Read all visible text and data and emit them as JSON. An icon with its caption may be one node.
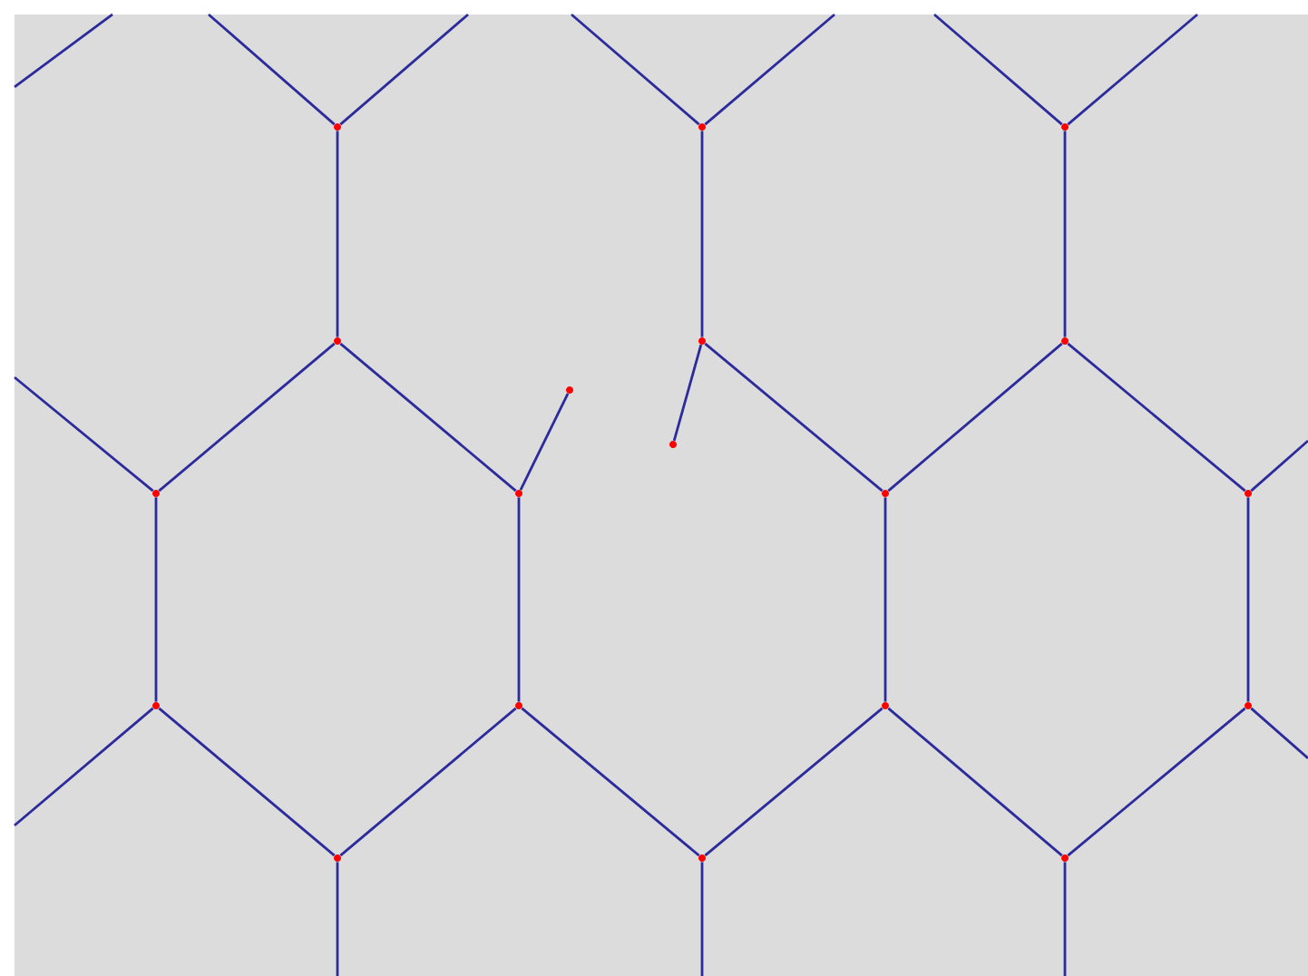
{
  "diagram": {
    "nodes": [
      {
        "text": [],
        "shape": "circle"
      },
      {
        "text": [],
        "shape": "circle"
      },
      {
        "text": [],
        "shape": "circle"
      },
      {
        "text": [],
        "shape": "circle"
      },
      {
        "text": [],
        "shape": "circle"
      },
      {
        "text": [],
        "shape": "circle"
      },
      {
        "text": [],
        "shape": "circle"
      },
      {
        "text": [],
        "shape": "circle"
      },
      {
        "text": [],
        "shape": "circle"
      },
      {
        "text": [],
        "shape": "circle"
      },
      {
        "text": [],
        "shape": "circle"
      },
      {
        "text": [],
        "shape": "circle"
      },
      {
        "text": [],
        "shape": "circle"
      },
      {
        "text": [],
        "shape": "circle"
      },
      {
        "text": [],
        "shape": "circle"
      },
      {
        "text": [],
        "shape": "circle"
      },
      {
        "text": [],
        "shape": "circle"
      },
      {
        "text": [],
        "shape": "circle"
      },
      {
        "text": [],
        "shape": "circle"
      }
    ],
    "edges": [
      {
        "from": null,
        "to": 0,
        "arrow": "none"
      },
      {
        "from": null,
        "to": 0,
        "arrow": "none"
      },
      {
        "from": null,
        "to": 1,
        "arrow": "none"
      },
      {
        "from": null,
        "to": 1,
        "arrow": "none"
      },
      {
        "from": null,
        "to": 2,
        "arrow": "none"
      },
      {
        "from": null,
        "to": 2,
        "arrow": "none"
      },
      {
        "from": 0,
        "to": 3,
        "arrow": "none"
      },
      {
        "from": 1,
        "to": 4,
        "arrow": "none"
      },
      {
        "from": 2,
        "to": 5,
        "arrow": "none"
      },
      {
        "from": 3,
        "to": 8,
        "arrow": "none"
      },
      {
        "from": 3,
        "to": 9,
        "arrow": "none"
      },
      {
        "from": 9,
        "to": 6,
        "arrow": "none"
      },
      {
        "from": 4,
        "to": 7,
        "arrow": "none"
      },
      {
        "from": 4,
        "to": 10,
        "arrow": "none"
      },
      {
        "from": 5,
        "to": 10,
        "arrow": "none"
      },
      {
        "from": 5,
        "to": 11,
        "arrow": "none"
      },
      {
        "from": null,
        "to": 8,
        "arrow": "none"
      },
      {
        "from": null,
        "to": 11,
        "arrow": "none"
      },
      {
        "from": 8,
        "to": 12,
        "arrow": "none"
      },
      {
        "from": 9,
        "to": 13,
        "arrow": "none"
      },
      {
        "from": 10,
        "to": 14,
        "arrow": "none"
      },
      {
        "from": 11,
        "to": 15,
        "arrow": "none"
      },
      {
        "from": 12,
        "to": 16,
        "arrow": "none"
      },
      {
        "from": 13,
        "to": 16,
        "arrow": "none"
      },
      {
        "from": 13,
        "to": 17,
        "arrow": "none"
      },
      {
        "from": 14,
        "to": 17,
        "arrow": "none"
      },
      {
        "from": 14,
        "to": 18,
        "arrow": "none"
      },
      {
        "from": 15,
        "to": 18,
        "arrow": "none"
      },
      {
        "from": null,
        "to": 12,
        "arrow": "none"
      },
      {
        "from": null,
        "to": 15,
        "arrow": "none"
      },
      {
        "from": null,
        "to": 16,
        "arrow": "none"
      },
      {
        "from": null,
        "to": 17,
        "arrow": "none"
      },
      {
        "from": null,
        "to": 18,
        "arrow": "none"
      }
    ]
  }
}
